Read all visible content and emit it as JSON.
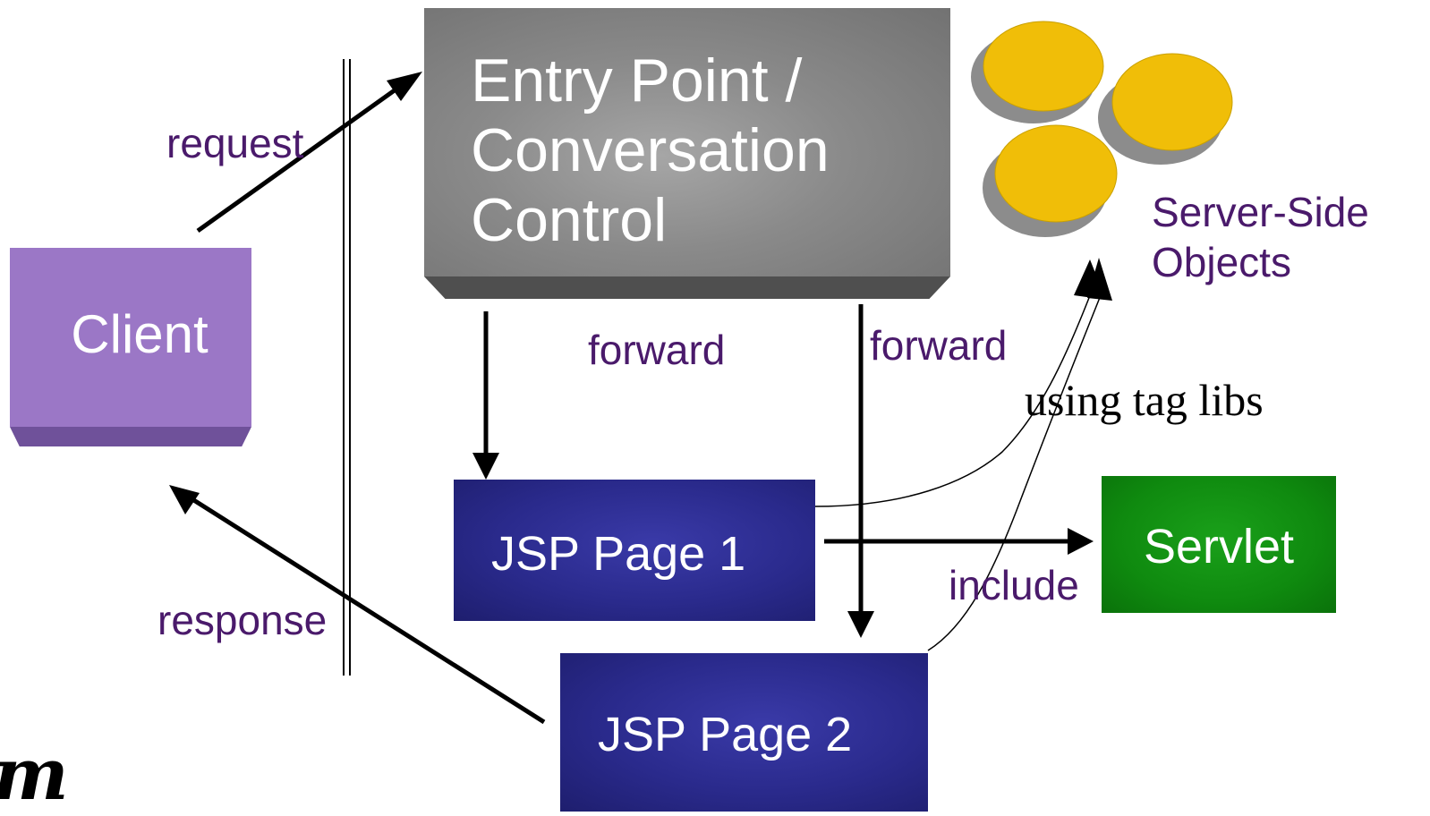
{
  "nodes": {
    "client": "Client",
    "entry_point": [
      "Entry Point /",
      "Conversation",
      "Control"
    ],
    "jsp_page_1": "JSP Page 1",
    "jsp_page_2": "JSP Page 2",
    "servlet": "Servlet",
    "server_side_objects": [
      "Server-Side",
      "Objects"
    ]
  },
  "edges": {
    "request": "request",
    "response": "response",
    "forward_1": "forward",
    "forward_2": "forward",
    "include": "include",
    "using_tag_libs": "using tag libs"
  },
  "logo_fragment": "m",
  "colors": {
    "client": "#9b77c6",
    "entry_point": "#8a8a8a",
    "jsp_page": "#2a2a8c",
    "servlet": "#0f8a0f",
    "object_fill": "#f0be08",
    "object_shadow": "#8c8c8c",
    "label_text": "#4a1a6b"
  }
}
